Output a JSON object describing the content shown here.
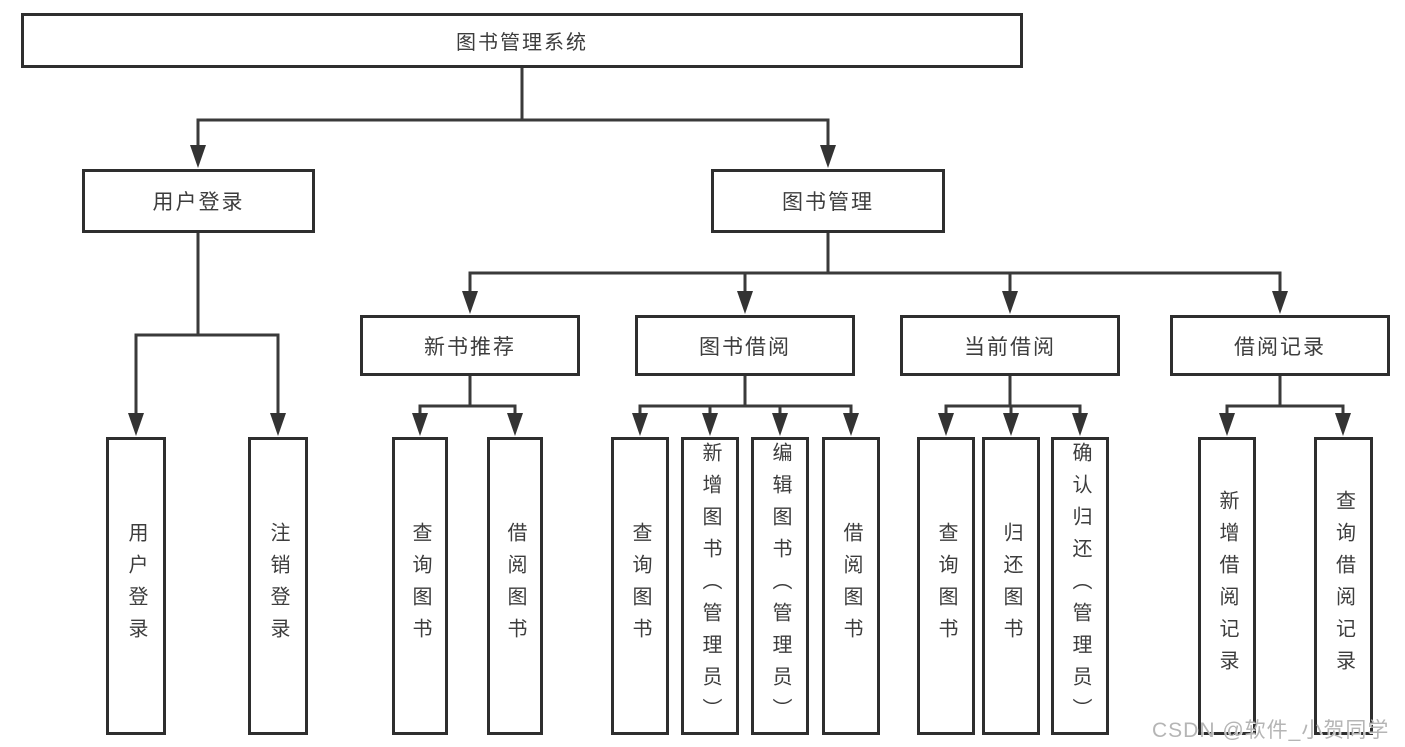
{
  "title": "图书管理系统",
  "tree": {
    "label": "图书管理系统",
    "children": [
      {
        "label": "用户登录",
        "children": [
          {
            "label": "用户登录"
          },
          {
            "label": "注销登录"
          }
        ]
      },
      {
        "label": "图书管理",
        "children": [
          {
            "label": "新书推荐",
            "children": [
              {
                "label": "查询图书"
              },
              {
                "label": "借阅图书"
              }
            ]
          },
          {
            "label": "图书借阅",
            "children": [
              {
                "label": "查询图书"
              },
              {
                "label": "新增图书（管理员）"
              },
              {
                "label": "编辑图书（管理员）"
              },
              {
                "label": "借阅图书"
              }
            ]
          },
          {
            "label": "当前借阅",
            "children": [
              {
                "label": "查询图书"
              },
              {
                "label": "归还图书"
              },
              {
                "label": "确认归还（管理员）"
              }
            ]
          },
          {
            "label": "借阅记录",
            "children": [
              {
                "label": "新增借阅记录"
              },
              {
                "label": "查询借阅记录"
              }
            ]
          }
        ]
      }
    ]
  },
  "watermark": {
    "text": "CSDN @软件_小贺同学"
  },
  "colors": {
    "connector_line": "#3a3a3a",
    "box_border": "#2e2e2e",
    "text": "#3d3d3d",
    "watermark": "#b5b5b5",
    "background": "#ffffff"
  }
}
